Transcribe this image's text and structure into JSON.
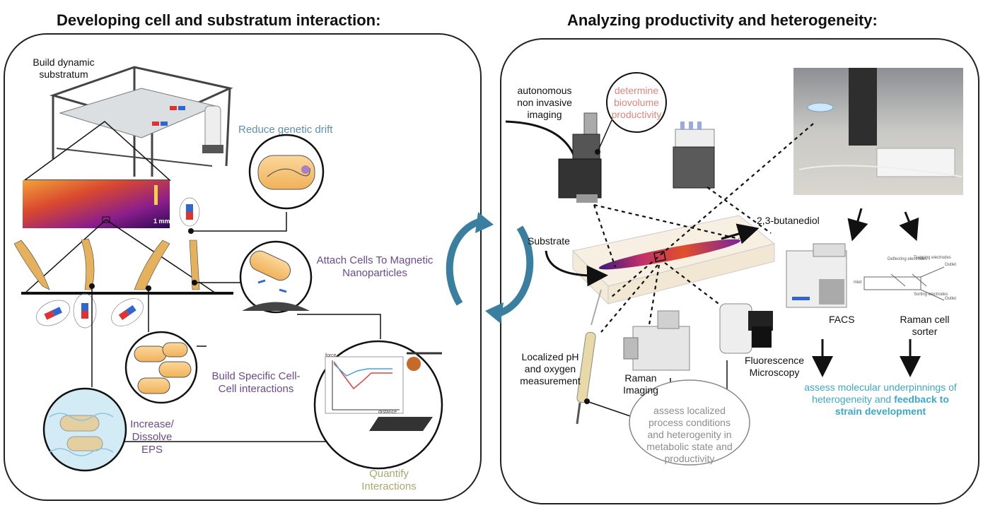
{
  "left": {
    "title": "Developing cell and substratum interaction:",
    "build_dynamic": "Build dynamic substratum",
    "scale_bar": "1 mm",
    "reduce_drift": "Reduce genetic drift",
    "attach_cells": "Attach Cells To Magnetic Nanoparticles",
    "build_cell_cell": "Build Specific Cell-Cell interactions",
    "eps": "Increase/ Dissolve EPS",
    "quantify": "Quantify Interactions",
    "force_axis_y": "force",
    "force_axis_x": "distance"
  },
  "right": {
    "title": "Analyzing productivity and heterogeneity:",
    "autonomous": "autonomous non invasive imaging",
    "biovolume": "determine biovolume productivity",
    "butanediol": "2,3-butanediol",
    "substrate": "Substrate",
    "ph": "Localized pH and oxygen measurement",
    "raman_imaging": "Raman Imaging",
    "fluorescence": "Fluorescence Microscopy",
    "assess_localized": "assess localized process conditions and heterogenity in metabolic state and productivity",
    "facs": "FACS",
    "raman_sorter": "Raman cell sorter",
    "assess_molecular": "assess molecular underpinnings of heterogeneity and",
    "feedback": "feedback to strain development",
    "sorter_labels": {
      "deflecting": "Deflecting electrodes",
      "trapping": "Trapping electrodes",
      "sorting": "Sorting electrodes",
      "inlet": "Inlet",
      "outlet1": "Outlet",
      "outlet2": "Outlet"
    }
  },
  "colors": {
    "purple": "#6b4a8e",
    "steel": "#5f8fae",
    "olive": "#a9a873",
    "salmon": "#e0867a",
    "teal": "#3fa7c9",
    "arrow": "#3b7fa0"
  }
}
